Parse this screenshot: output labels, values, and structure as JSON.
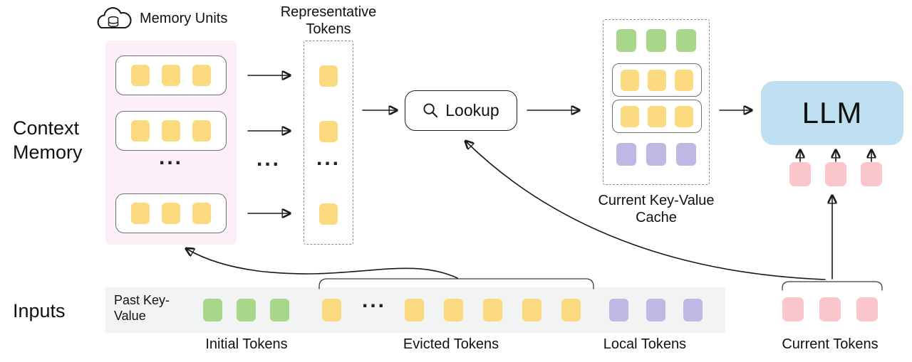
{
  "labels": {
    "context_memory": "Context Memory",
    "memory_units": "Memory Units",
    "representative_tokens": "Representative Tokens",
    "lookup": "Lookup",
    "current_kv_cache": "Current Key-Value Cache",
    "llm": "LLM",
    "inputs": "Inputs",
    "past_key_value": "Past Key-Value",
    "initial_tokens": "Initial Tokens",
    "evicted_tokens": "Evicted Tokens",
    "local_tokens": "Local Tokens",
    "current_tokens": "Current Tokens",
    "ellipsis": "..."
  },
  "colors": {
    "yellow": "#FBD97F",
    "green": "#A8D78C",
    "purple": "#BEB9E4",
    "pink": "#FBC6CB",
    "llm_blue": "#BEDFF0",
    "memory_bg": "#FBF0F8",
    "strip_bg": "#F1F4F3"
  },
  "memory": {
    "units": [
      [
        "yellow",
        "yellow",
        "yellow"
      ],
      [
        "yellow",
        "yellow",
        "yellow"
      ],
      [
        "yellow",
        "yellow",
        "yellow"
      ]
    ]
  },
  "representative": {
    "tokens_top": [
      "yellow"
    ],
    "tokens_mid": [
      "yellow"
    ],
    "tokens_bottom": [
      "yellow"
    ]
  },
  "cache": {
    "green_row": [
      "green",
      "green",
      "green"
    ],
    "unit_rows": [
      [
        "yellow",
        "yellow",
        "yellow"
      ],
      [
        "yellow",
        "yellow",
        "yellow"
      ]
    ],
    "purple_row": [
      "purple",
      "purple",
      "purple"
    ]
  },
  "llm_input_tokens": [
    "pink",
    "pink",
    "pink"
  ],
  "input_strip": {
    "initial": [
      "green",
      "green",
      "green"
    ],
    "evicted_left": [
      "yellow"
    ],
    "evicted_right": [
      "yellow",
      "yellow",
      "yellow",
      "yellow",
      "yellow"
    ],
    "local": [
      "purple",
      "purple",
      "purple"
    ]
  },
  "current_tokens": [
    "pink",
    "pink",
    "pink"
  ]
}
